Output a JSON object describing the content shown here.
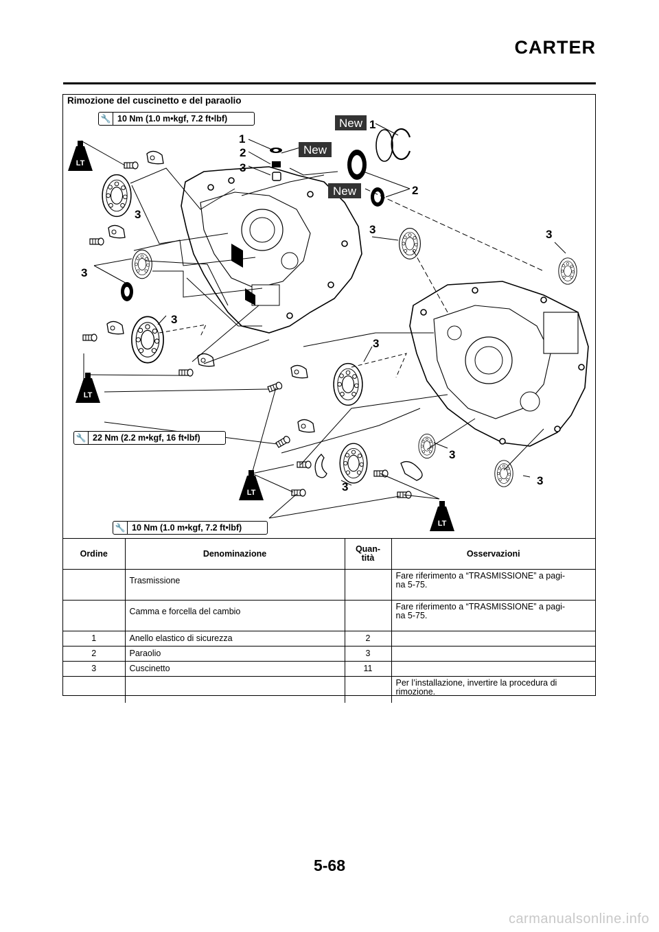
{
  "header": {
    "title": "CARTER"
  },
  "section": {
    "title": "Rimozione del cuscinetto e del paraolio"
  },
  "diagram": {
    "torque_top": "10 Nm (1.0 m•kgf, 7.2 ft•lbf)",
    "torque_mid": "22 Nm (2.2 m•kgf, 16 ft•lbf)",
    "torque_bottom": "10 Nm (1.0 m•kgf, 7.2 ft•lbf)",
    "new_label": "New",
    "lt_label": "LT",
    "callout_1": "1",
    "callout_2": "2",
    "callout_3": "3",
    "wrench_icon": "torque-wrench-icon"
  },
  "table": {
    "headers": {
      "order": "Ordine",
      "name": "Denominazione",
      "qty": "Quan-\ntità",
      "notes": "Osservazioni"
    },
    "rows": [
      {
        "order": "",
        "name": "Trasmissione",
        "qty": "",
        "notes": "Fare riferimento a “TRASMISSIONE” a pagi-\nna 5-75."
      },
      {
        "order": "",
        "name": "Camma e forcella del cambio",
        "qty": "",
        "notes": "Fare riferimento a “TRASMISSIONE” a pagi-\nna 5-75."
      },
      {
        "order": "1",
        "name": "Anello elastico di sicurezza",
        "qty": "2",
        "notes": ""
      },
      {
        "order": "2",
        "name": "Paraolio",
        "qty": "3",
        "notes": ""
      },
      {
        "order": "3",
        "name": "Cuscinetto",
        "qty": "11",
        "notes": ""
      },
      {
        "order": "",
        "name": "",
        "qty": "",
        "notes": "Per l’installazione, invertire la procedura di\nrimozione."
      }
    ]
  },
  "footer": {
    "page_number": "5-68",
    "watermark": "carmanualsonline.info"
  }
}
